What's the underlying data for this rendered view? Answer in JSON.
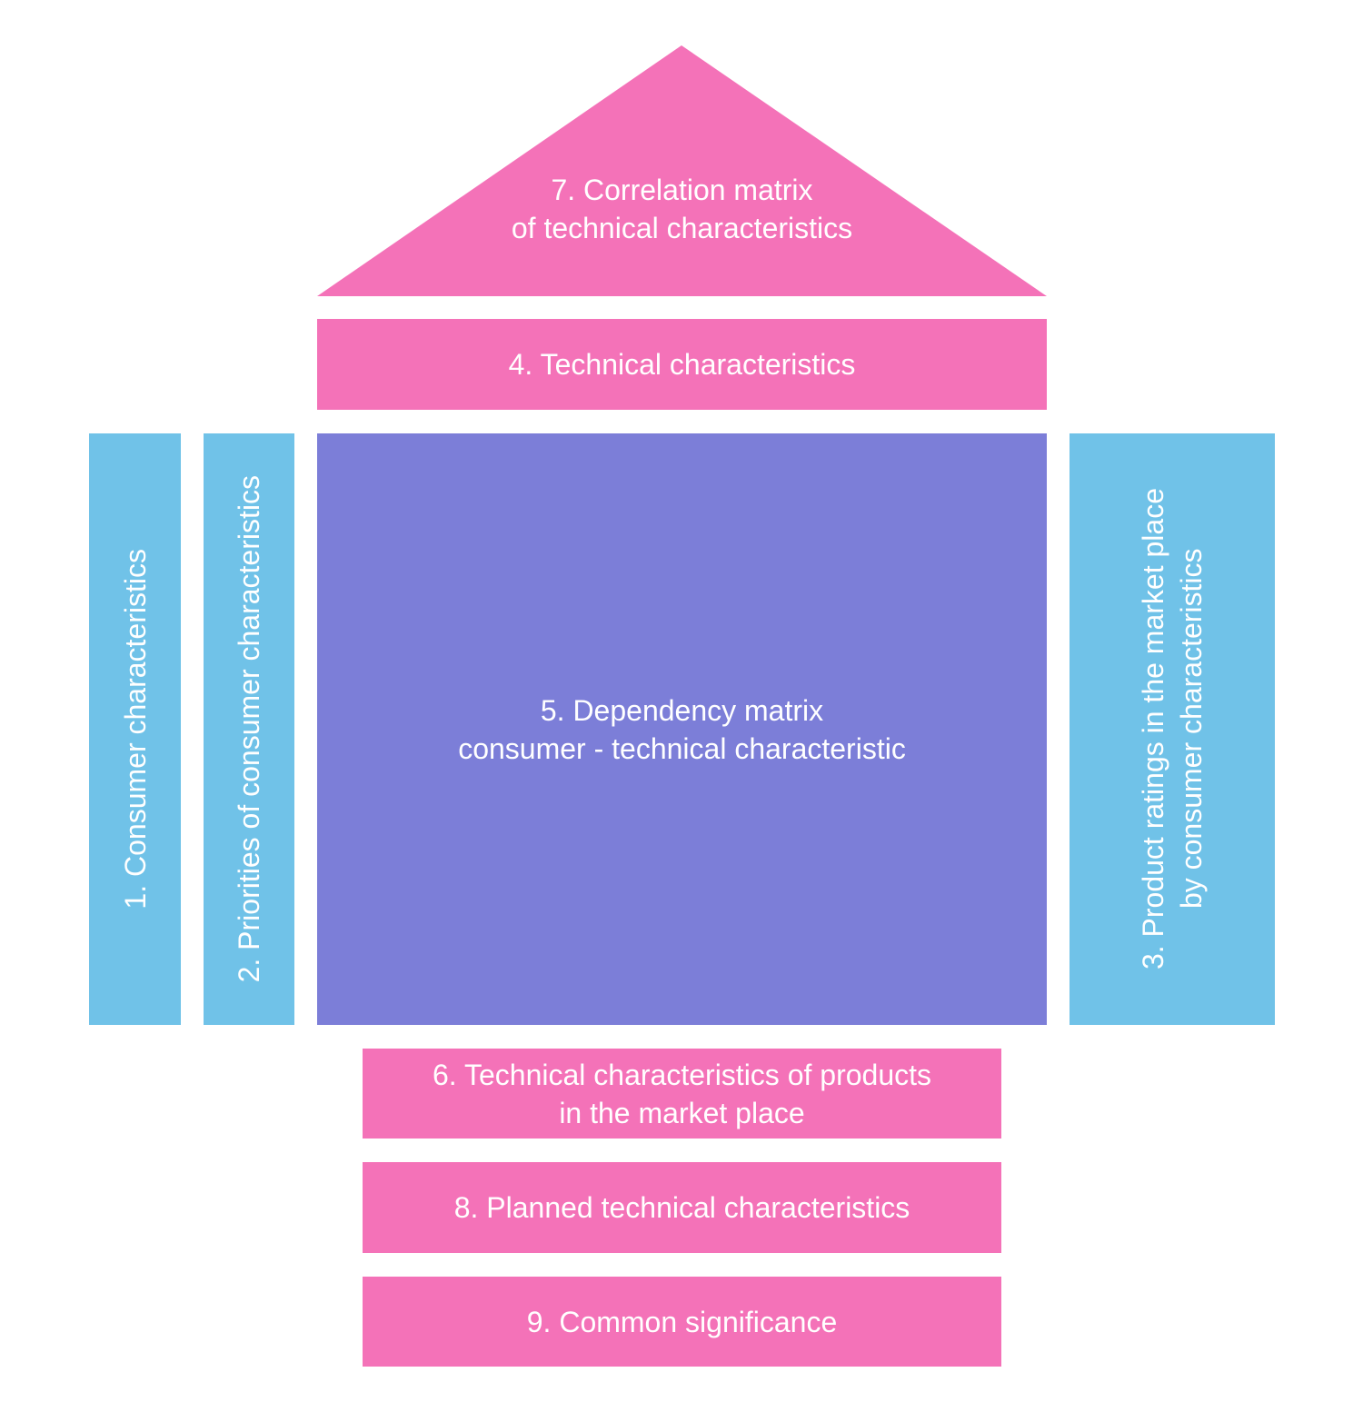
{
  "colors": {
    "pink": "#F472B8",
    "blue": "#70C2E8",
    "purple": "#7C7ED8",
    "text": "#FFFFFF"
  },
  "blocks": {
    "b1": {
      "lines": [
        "1. Consumer characteristics"
      ]
    },
    "b2": {
      "lines": [
        "2. Priorities of consumer characteristics"
      ]
    },
    "b3": {
      "lines": [
        "3. Product ratings in the market place",
        "by consumer characteristics"
      ]
    },
    "b4": {
      "lines": [
        "4. Technical characteristics"
      ]
    },
    "b5": {
      "lines": [
        "5. Dependency matrix",
        "consumer - technical characteristic"
      ]
    },
    "b6": {
      "lines": [
        "6. Technical characteristics of products",
        "in the market place"
      ]
    },
    "b7": {
      "lines": [
        "7. Correlation matrix",
        "of technical characteristics"
      ]
    },
    "b8": {
      "lines": [
        "8. Planned technical characteristics"
      ]
    },
    "b9": {
      "lines": [
        "9. Common significance"
      ]
    }
  }
}
